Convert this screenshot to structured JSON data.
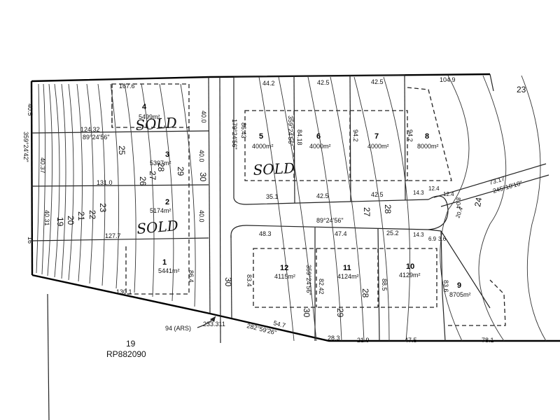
{
  "labels": {
    "area_4": "5499m²",
    "area_3": "5307m²",
    "area_2": "5174m²",
    "area_1": "5441m²",
    "area_5": "4000m²",
    "area_6": "4000m²",
    "area_7": "4000m²",
    "area_8": "8000m²",
    "area_12": "4115m²",
    "area_11": "4124m²",
    "area_10": "4129m²",
    "area_9": "8705m²",
    "sold_4": "SOLD",
    "sold_5": "SOLD",
    "sold_2": "SOLD",
    "neighbour_lot": "19",
    "neighbour_plan": "RP882090",
    "ars_note": "94 (ARS)",
    "bearing_road": "89°24'56\"",
    "bearing_lot4": "89°24'56\"",
    "bearing_south": "282°59'26\"",
    "bearing_east": "245°10'10\"",
    "bearing_lots5": "359°24'56\"",
    "bearing_lots12": "359°24'56\"",
    "bearing_west": "359°24'42\"",
    "bearing_road_w": "179°24'56\""
  },
  "lots": [
    {
      "number": "4"
    },
    {
      "number": "3"
    },
    {
      "number": "2"
    },
    {
      "number": "1"
    },
    {
      "number": "5"
    },
    {
      "number": "6"
    },
    {
      "number": "7"
    },
    {
      "number": "8"
    },
    {
      "number": "12"
    },
    {
      "number": "11"
    },
    {
      "number": "10"
    },
    {
      "number": "9"
    }
  ],
  "dimensions": {
    "top_5": "44.2",
    "top_6": "42.5",
    "top_7": "42.5",
    "top_8": "104.9",
    "top_4": "167.6",
    "lot4_3_line": "124.32",
    "lot3_2_line": "131.0",
    "lot2_1_line": "127.7",
    "lot1_bottom": "130.1",
    "road_e_40a": "40.0",
    "road_e_40b": "40.0",
    "road_e_30": "30",
    "road_e_40c": "40.0",
    "road_e_864": "86.4",
    "lot5_w": "86.43",
    "lot5_6": "84.18",
    "lot6_7": "94.2",
    "lot8_w": "94.2",
    "lot5_bottom": "35.1",
    "lot6_bottom": "42.5",
    "lot7_bottom": "42.5",
    "cds_143": "14.3",
    "cds_124a": "12.4",
    "cds_124b": "12.4",
    "east_7317": "73.17",
    "cds_804": "8.04",
    "cds_204": "20.4",
    "lot12_top": "48.3",
    "lot11_top": "47.4",
    "lot10_top": "25.2",
    "cds_143b": "14.3",
    "cds_69": "6.9",
    "cds_36": "3.6",
    "lot12_w": "83.4",
    "lot12_11": "82.42",
    "lot11_10": "88.5",
    "lot10_9": "83.6",
    "south_547": "54.7",
    "south_28_3": "28.3",
    "south_219": "21.9",
    "south_475": "47.5",
    "south_781": "78.1",
    "corner_233": "233.311",
    "west_405": "40.5",
    "west_4037": "40.37",
    "west_4031": "40.31",
    "west_16": "16"
  },
  "contours": {
    "c19": "19",
    "c20": "20",
    "c21": "21",
    "c22": "22",
    "c23": "23",
    "c25": "25",
    "c26": "26",
    "c27": "27",
    "c28": "28",
    "c29": "29",
    "c30": "30",
    "r27": "27",
    "r28": "28",
    "r29": "29",
    "r30": "30",
    "e23": "23",
    "e24": "24"
  }
}
